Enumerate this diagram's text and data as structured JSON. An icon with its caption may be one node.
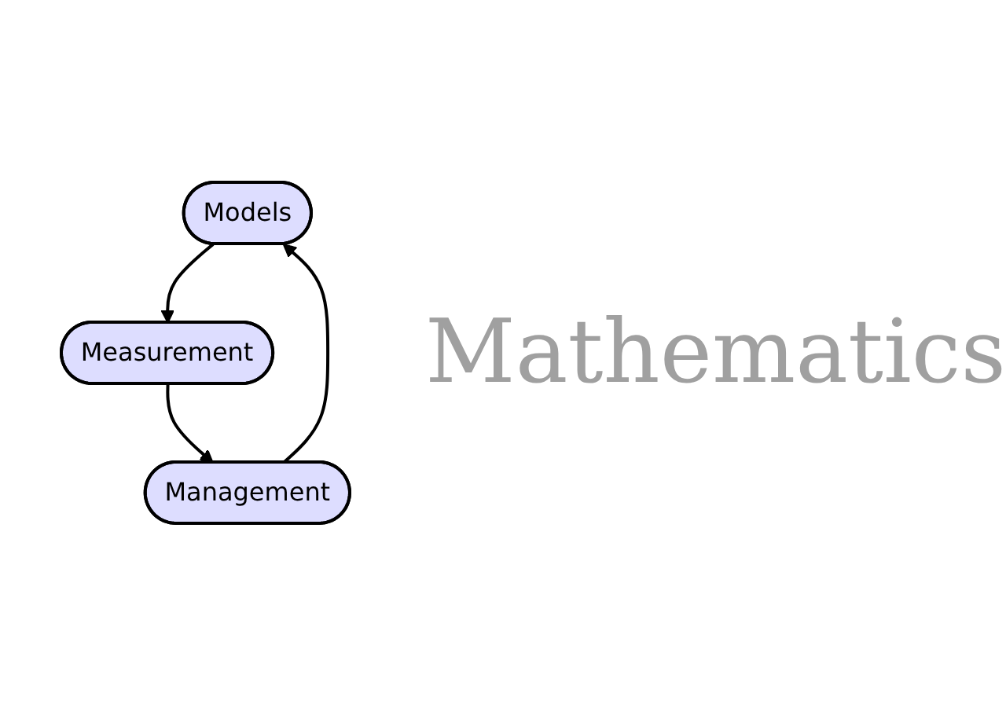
{
  "diagram": {
    "nodes": [
      {
        "text": [
          "Models"
        ]
      },
      {
        "text": [
          "Measurement"
        ]
      },
      {
        "text": [
          "Management"
        ]
      }
    ],
    "edges": [
      {
        "from": 0,
        "to": 1,
        "arrow": "to"
      },
      {
        "from": 1,
        "to": 2,
        "arrow": "to"
      },
      {
        "from": 2,
        "to": 0,
        "arrow": "to"
      }
    ],
    "labels": [
      "Mathematics"
    ]
  }
}
